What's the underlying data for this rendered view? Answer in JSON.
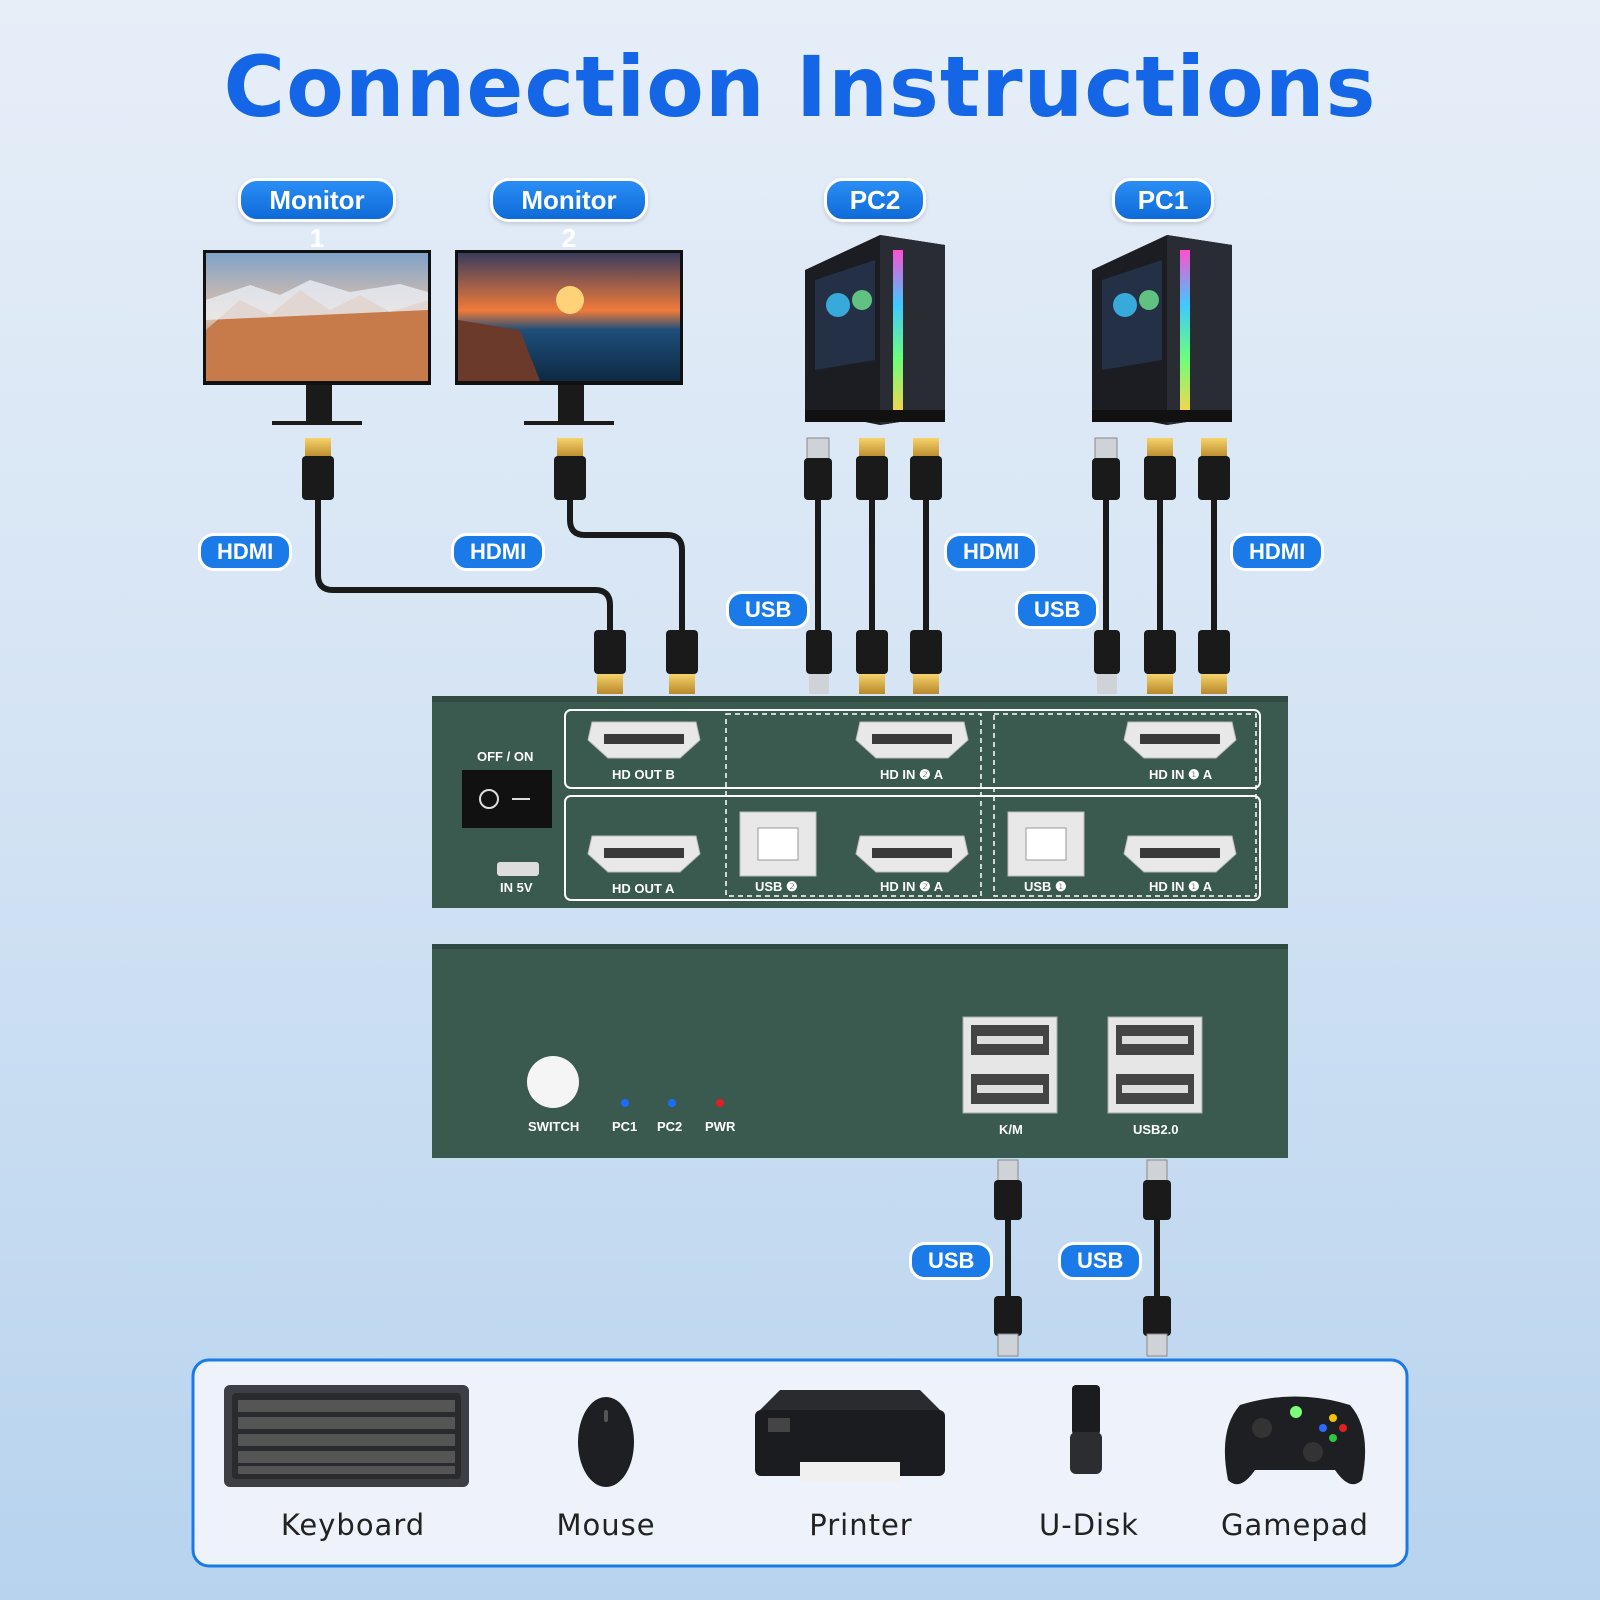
{
  "title": "Connection Instructions",
  "top_labels": {
    "monitor1": "Monitor 1",
    "monitor2": "Monitor 2",
    "pc2": "PC2",
    "pc1": "PC1"
  },
  "cable_tags": {
    "hdmi_m1": "HDMI",
    "hdmi_m2": "HDMI",
    "usb_pc2": "USB",
    "hdmi_pc2": "HDMI",
    "usb_pc1": "USB",
    "hdmi_pc1": "HDMI",
    "usb_km": "USB",
    "usb_usb2": "USB"
  },
  "rear_panel": {
    "power_label": "OFF / ON",
    "in5v": "IN 5V",
    "hd_out_b": "HD OUT B",
    "hd_out_a": "HD OUT A",
    "hd_in2_a_top": "HD IN ❷ A",
    "hd_in1_a_top": "HD IN ❶ A",
    "usb2": "USB ❷",
    "hd_in2_a_bottom": "HD IN ❷ A",
    "usb1": "USB ❶",
    "hd_in1_a_bottom": "HD IN ❶ A"
  },
  "front_panel": {
    "switch": "SWITCH",
    "pc1": "PC1",
    "pc2": "PC2",
    "pwr": "PWR",
    "km": "K/M",
    "usb20": "USB2.0"
  },
  "devices": [
    "Keyboard",
    "Mouse",
    "Printer",
    "U-Disk",
    "Gamepad"
  ],
  "colors": {
    "accent": "#1466e6",
    "panel": "#3a5a50",
    "led_blue": "#1a6cff",
    "led_red": "#e02020"
  }
}
